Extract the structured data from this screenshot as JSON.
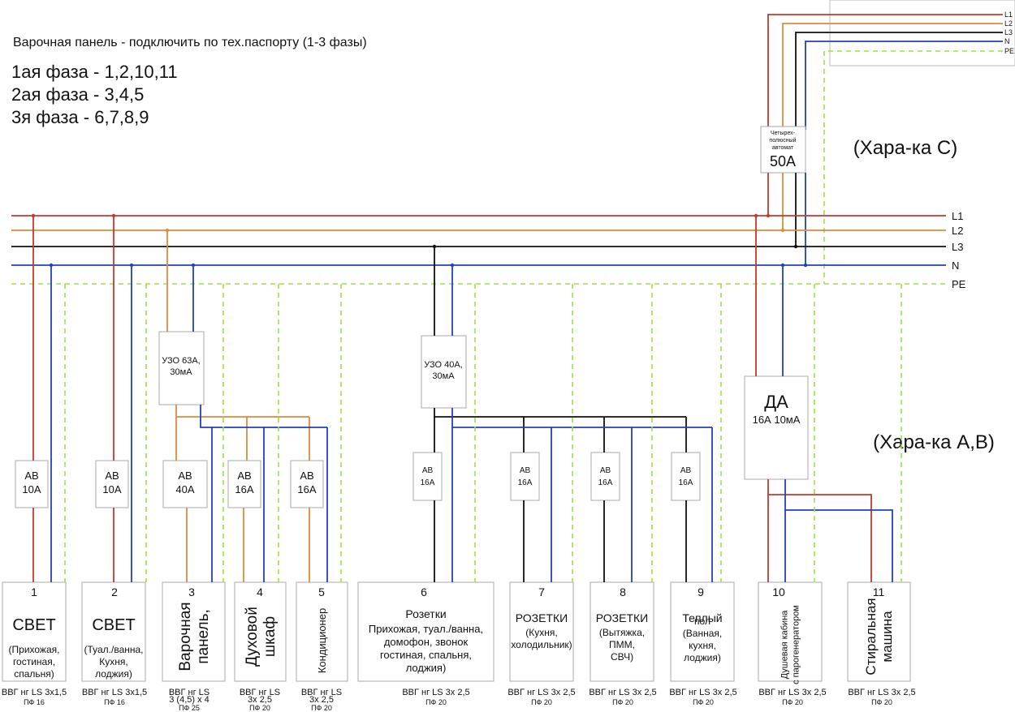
{
  "header": {
    "title": "Варочная панель - подключить по тех.паспорту (1-3 фазы)",
    "phase1": "1ая фаза - 1,2,10,11",
    "phase2": "2ая фаза - 3,4,5",
    "phase3": "3я фаза - 6,7,8,9"
  },
  "char_c": "(Хара-ка С)",
  "char_ab": "(Хара-ка А,В)",
  "inlet_labels": [
    "L1",
    "L2",
    "L3",
    "N",
    "PE"
  ],
  "bus_labels": [
    "L1",
    "L2",
    "L3",
    "N",
    "PE"
  ],
  "main_breaker": {
    "line1": "Четырех-",
    "line2": "полюсный",
    "line3": "автомат",
    "rating": "50А"
  },
  "rcd1": {
    "line1": "УЗО 63А,",
    "line2": "30мА"
  },
  "rcd2": {
    "line1": "УЗО 40А,",
    "line2": "30мА"
  },
  "difav": {
    "line1": "ДА",
    "line2": "16А 10мА"
  },
  "breakers": [
    {
      "top": "АВ",
      "bottom": "10А"
    },
    {
      "top": "АВ",
      "bottom": "10А"
    },
    {
      "top": "АВ",
      "bottom": "40А"
    },
    {
      "top": "АВ",
      "bottom": "16А"
    },
    {
      "top": "АВ",
      "bottom": "16А"
    },
    {
      "top": "АВ",
      "bottom": "16А"
    },
    {
      "top": "АВ",
      "bottom": "16А"
    },
    {
      "top": "АВ",
      "bottom": "16А"
    },
    {
      "top": "АВ",
      "bottom": "16А"
    }
  ],
  "consumers": [
    {
      "num": "1",
      "title": "СВЕТ",
      "desc": [
        "(Прихожая,",
        "гостиная,",
        "спальня)"
      ]
    },
    {
      "num": "2",
      "title": "СВЕТ",
      "desc": [
        "(Туал./ванна,",
        "Кухня,",
        "лоджия)"
      ]
    },
    {
      "num": "3",
      "vertical": [
        "Варочная",
        "панель,"
      ]
    },
    {
      "num": "4",
      "vertical": [
        "Духовой",
        "шкаф"
      ]
    },
    {
      "num": "5",
      "vertical": [
        "Кондиционер"
      ]
    },
    {
      "num": "6",
      "title": "Розетки",
      "desc": [
        "Прихожая, туал./ванна,",
        "домофон, звонок",
        "гостиная, спальня,",
        "лоджия)"
      ]
    },
    {
      "num": "7",
      "title": "РОЗЕТКИ",
      "desc": [
        "(Кухня,",
        "холодильник)"
      ]
    },
    {
      "num": "8",
      "title": "РОЗЕТКИ",
      "desc": [
        "(Вытяжка,",
        "ПММ,",
        "СВЧ)"
      ]
    },
    {
      "num": "9",
      "title": "Теплый",
      "desc": [
        "пол",
        "(Ванная,",
        "кухня,",
        "лоджия)"
      ]
    },
    {
      "num": "10",
      "vertical": [
        "Душевая кабина",
        "с парогенератором"
      ]
    },
    {
      "num": "11",
      "vertical": [
        "Стиральная",
        "машина"
      ]
    }
  ],
  "cables": [
    {
      "cable": "ВВГ нг LS 3х1,5",
      "pf": "ПФ 16"
    },
    {
      "cable": "ВВГ нг LS 3х1,5",
      "pf": "ПФ 16"
    },
    {
      "cable": "ВВГ нг LS",
      "cable2": "3 (4,5) х 4",
      "pf": "ПФ 25"
    },
    {
      "cable": "ВВГ нг LS",
      "cable2": "3х 2,5",
      "pf": "ПФ 20"
    },
    {
      "cable": "ВВГ нг LS",
      "cable2": "3х 2,5",
      "pf": "ПФ 20"
    },
    {
      "cable": "ВВГ нг LS 3х 2,5",
      "pf": "ПФ 20"
    },
    {
      "cable": "ВВГ нг LS 3х 2,5",
      "pf": "ПФ 20"
    },
    {
      "cable": "ВВГ нг LS 3х 2,5",
      "pf": "ПФ 20"
    },
    {
      "cable": "ВВГ нг LS 3х 2,5",
      "pf": "ПФ 20"
    },
    {
      "cable": "ВВГ нг LS 3х 2,5",
      "pf": "ПФ 20"
    },
    {
      "cable": "ВВГ нг LS 3х 2,5",
      "pf": "ПФ 20"
    }
  ],
  "colors": {
    "L1": "#c8372d",
    "L2": "#e08a3c",
    "L3": "#111111",
    "N": "#2340b8",
    "PE": "#9ee04a",
    "box": "#aaaaaa"
  }
}
